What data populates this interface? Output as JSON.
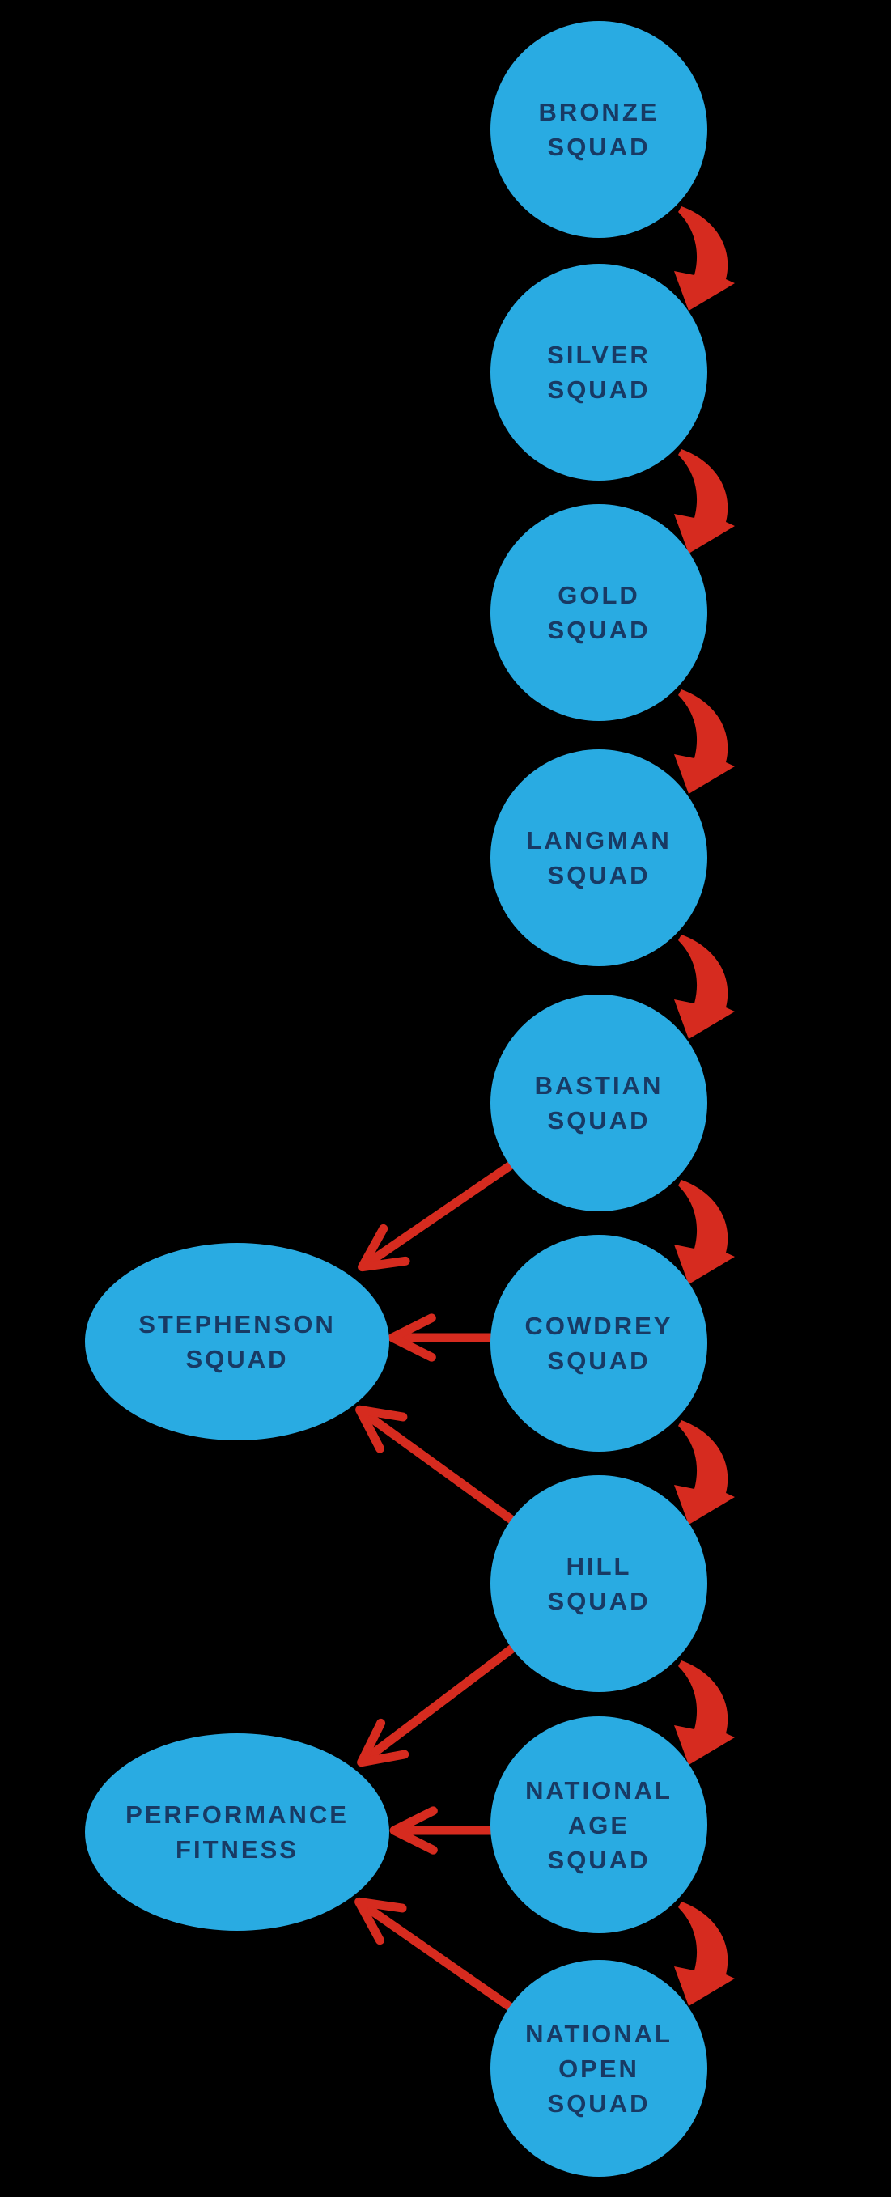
{
  "diagram": {
    "background_color": "#000000",
    "node_fill_color": "#29ABE2",
    "node_text_color": "#183A64",
    "arrow_color": "#D62B1F",
    "nodes": [
      {
        "id": "bronze-squad",
        "shape": "circle",
        "lines": [
          "BRONZE",
          "SQUAD"
        ]
      },
      {
        "id": "silver-squad",
        "shape": "circle",
        "lines": [
          "SILVER",
          "SQUAD"
        ]
      },
      {
        "id": "gold-squad",
        "shape": "circle",
        "lines": [
          "GOLD",
          "SQUAD"
        ]
      },
      {
        "id": "langman-squad",
        "shape": "circle",
        "lines": [
          "LANGMAN",
          "SQUAD"
        ]
      },
      {
        "id": "bastian-squad",
        "shape": "circle",
        "lines": [
          "BASTIAN",
          "SQUAD"
        ]
      },
      {
        "id": "cowdrey-squad",
        "shape": "circle",
        "lines": [
          "COWDREY",
          "SQUAD"
        ]
      },
      {
        "id": "hill-squad",
        "shape": "circle",
        "lines": [
          "HILL",
          "SQUAD"
        ]
      },
      {
        "id": "national-age-squad",
        "shape": "circle",
        "lines": [
          "NATIONAL",
          "AGE",
          "SQUAD"
        ]
      },
      {
        "id": "national-open-squad",
        "shape": "circle",
        "lines": [
          "NATIONAL",
          "OPEN",
          "SQUAD"
        ]
      },
      {
        "id": "stephenson-squad",
        "shape": "ellipse",
        "lines": [
          "STEPHENSON",
          "SQUAD"
        ]
      },
      {
        "id": "performance-fitness",
        "shape": "ellipse",
        "lines": [
          "PERFORMANCE",
          "FITNESS"
        ]
      }
    ],
    "edges": [
      {
        "from": "BRONZE SQUAD",
        "to": "SILVER SQUAD",
        "style": "curved"
      },
      {
        "from": "SILVER SQUAD",
        "to": "GOLD SQUAD",
        "style": "curved"
      },
      {
        "from": "GOLD SQUAD",
        "to": "LANGMAN SQUAD",
        "style": "curved"
      },
      {
        "from": "LANGMAN SQUAD",
        "to": "BASTIAN SQUAD",
        "style": "curved"
      },
      {
        "from": "BASTIAN SQUAD",
        "to": "COWDREY SQUAD",
        "style": "curved"
      },
      {
        "from": "COWDREY SQUAD",
        "to": "HILL SQUAD",
        "style": "curved"
      },
      {
        "from": "HILL SQUAD",
        "to": "NATIONAL AGE SQUAD",
        "style": "curved"
      },
      {
        "from": "NATIONAL AGE SQUAD",
        "to": "NATIONAL OPEN SQUAD",
        "style": "curved"
      },
      {
        "from": "BASTIAN SQUAD",
        "to": "STEPHENSON SQUAD",
        "style": "straight"
      },
      {
        "from": "COWDREY SQUAD",
        "to": "STEPHENSON SQUAD",
        "style": "straight"
      },
      {
        "from": "HILL SQUAD",
        "to": "STEPHENSON SQUAD",
        "style": "straight"
      },
      {
        "from": "HILL SQUAD",
        "to": "PERFORMANCE FITNESS",
        "style": "straight"
      },
      {
        "from": "NATIONAL AGE SQUAD",
        "to": "PERFORMANCE FITNESS",
        "style": "straight"
      },
      {
        "from": "NATIONAL OPEN SQUAD",
        "to": "PERFORMANCE FITNESS",
        "style": "straight"
      }
    ]
  }
}
